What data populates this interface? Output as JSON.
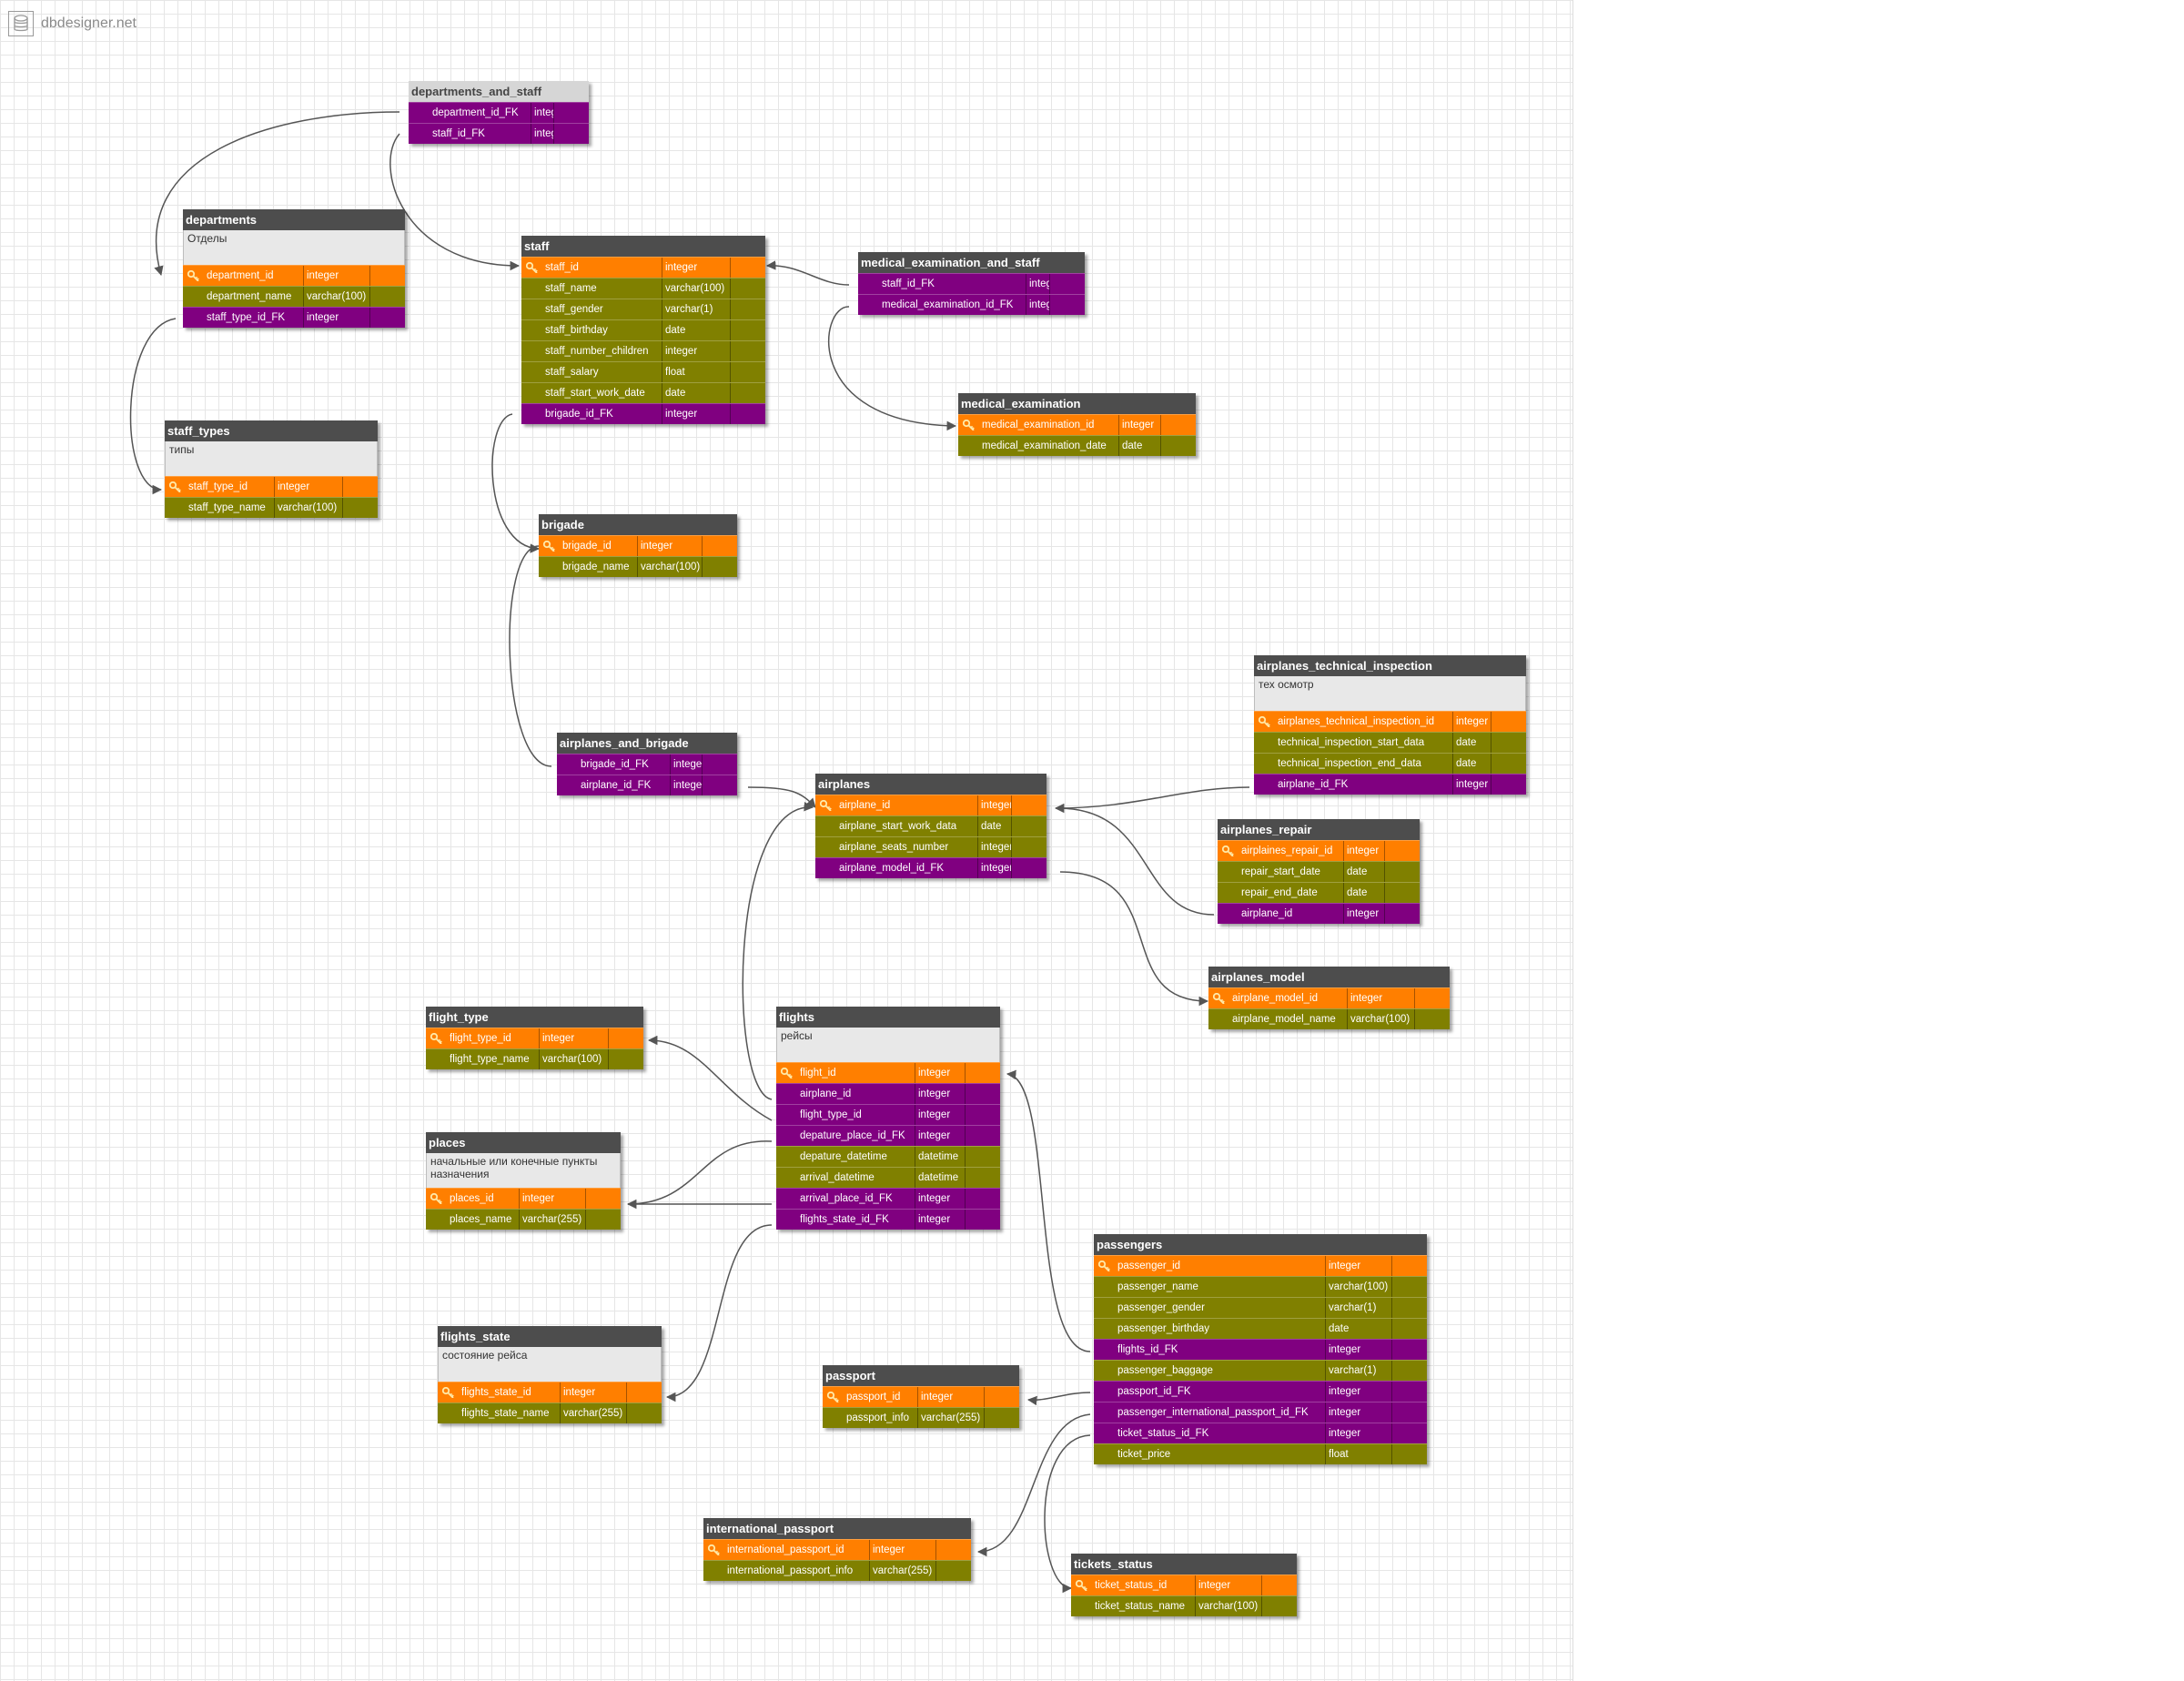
{
  "brand": {
    "text": "dbdesigner.net",
    "icon": "database-icon"
  },
  "colors": {
    "primary_key_row": "#ff7f00",
    "foreign_key_row": "#800080",
    "field_row": "#808000",
    "table_header": "#4d4d4d",
    "selected_header": "#d6d6d6",
    "comment_bg": "#e8e8e8",
    "connector": "#555555"
  },
  "tables": {
    "departments_and_staff": {
      "name": "departments_and_staff",
      "comment": "",
      "fields": [
        {
          "name": "department_id_FK",
          "type": "integer",
          "kind": "fk"
        },
        {
          "name": "staff_id_FK",
          "type": "integer",
          "kind": "fk"
        }
      ]
    },
    "departments": {
      "name": "departments",
      "comment": "Отделы",
      "fields": [
        {
          "name": "department_id",
          "type": "integer",
          "kind": "pk"
        },
        {
          "name": "department_name",
          "type": "varchar(100)",
          "kind": "field"
        },
        {
          "name": "staff_type_id_FK",
          "type": "integer",
          "kind": "fk"
        }
      ]
    },
    "staff_types": {
      "name": "staff_types",
      "comment": "типы",
      "fields": [
        {
          "name": "staff_type_id",
          "type": "integer",
          "kind": "pk"
        },
        {
          "name": "staff_type_name",
          "type": "varchar(100)",
          "kind": "field"
        }
      ]
    },
    "staff": {
      "name": "staff",
      "comment": "",
      "fields": [
        {
          "name": "staff_id",
          "type": "integer",
          "kind": "pk"
        },
        {
          "name": "staff_name",
          "type": "varchar(100)",
          "kind": "field"
        },
        {
          "name": "staff_gender",
          "type": "varchar(1)",
          "kind": "field"
        },
        {
          "name": "staff_birthday",
          "type": "date",
          "kind": "field"
        },
        {
          "name": "staff_number_children",
          "type": "integer",
          "kind": "field"
        },
        {
          "name": "staff_salary",
          "type": "float",
          "kind": "field"
        },
        {
          "name": "staff_start_work_date",
          "type": "date",
          "kind": "field"
        },
        {
          "name": "brigade_id_FK",
          "type": "integer",
          "kind": "fk"
        }
      ]
    },
    "medical_examination_and_staff": {
      "name": "medical_examination_and_staff",
      "comment": "",
      "fields": [
        {
          "name": "staff_id_FK",
          "type": "integer",
          "kind": "fk"
        },
        {
          "name": "medical_examination_id_FK",
          "type": "integer",
          "kind": "fk"
        }
      ]
    },
    "medical_examination": {
      "name": "medical_examination",
      "comment": "",
      "fields": [
        {
          "name": "medical_examination_id",
          "type": "integer",
          "kind": "pk"
        },
        {
          "name": "medical_examination_date",
          "type": "date",
          "kind": "field"
        }
      ]
    },
    "brigade": {
      "name": "brigade",
      "comment": "",
      "fields": [
        {
          "name": "brigade_id",
          "type": "integer",
          "kind": "pk"
        },
        {
          "name": "brigade_name",
          "type": "varchar(100)",
          "kind": "field"
        }
      ]
    },
    "airplanes_and_brigade": {
      "name": "airplanes_and_brigade",
      "comment": "",
      "fields": [
        {
          "name": "brigade_id_FK",
          "type": "integer",
          "kind": "fk"
        },
        {
          "name": "airplane_id_FK",
          "type": "integer",
          "kind": "fk"
        }
      ]
    },
    "airplanes": {
      "name": "airplanes",
      "comment": "",
      "fields": [
        {
          "name": "airplane_id",
          "type": "integer",
          "kind": "pk"
        },
        {
          "name": "airplane_start_work_data",
          "type": "date",
          "kind": "field"
        },
        {
          "name": "airplane_seats_number",
          "type": "integer",
          "kind": "field"
        },
        {
          "name": "airplane_model_id_FK",
          "type": "integer",
          "kind": "fk"
        }
      ]
    },
    "airplanes_technical_inspection": {
      "name": "airplanes_technical_inspection",
      "comment": "тех осмотр",
      "fields": [
        {
          "name": "airplanes_technical_inspection_id",
          "type": "integer",
          "kind": "pk"
        },
        {
          "name": "technical_inspection_start_data",
          "type": "date",
          "kind": "field"
        },
        {
          "name": "technical_inspection_end_data",
          "type": "date",
          "kind": "field"
        },
        {
          "name": "airplane_id_FK",
          "type": "integer",
          "kind": "fk"
        }
      ]
    },
    "airplanes_repair": {
      "name": "airplanes_repair",
      "comment": "",
      "fields": [
        {
          "name": "airplaines_repair_id",
          "type": "integer",
          "kind": "pk"
        },
        {
          "name": "repair_start_date",
          "type": "date",
          "kind": "field"
        },
        {
          "name": "repair_end_date",
          "type": "date",
          "kind": "field"
        },
        {
          "name": "airplane_id",
          "type": "integer",
          "kind": "fk"
        }
      ]
    },
    "airplanes_model": {
      "name": "airplanes_model",
      "comment": "",
      "fields": [
        {
          "name": "airplane_model_id",
          "type": "integer",
          "kind": "pk"
        },
        {
          "name": "airplane_model_name",
          "type": "varchar(100)",
          "kind": "field"
        }
      ]
    },
    "flight_type": {
      "name": "flight_type",
      "comment": "",
      "fields": [
        {
          "name": "flight_type_id",
          "type": "integer",
          "kind": "pk"
        },
        {
          "name": "flight_type_name",
          "type": "varchar(100)",
          "kind": "field"
        }
      ]
    },
    "flights": {
      "name": "flights",
      "comment": "рейсы",
      "fields": [
        {
          "name": "flight_id",
          "type": "integer",
          "kind": "pk"
        },
        {
          "name": "airplane_id",
          "type": "integer",
          "kind": "fk"
        },
        {
          "name": "flight_type_id",
          "type": "integer",
          "kind": "fk"
        },
        {
          "name": "depature_place_id_FK",
          "type": "integer",
          "kind": "fk"
        },
        {
          "name": "depature_datetime",
          "type": "datetime",
          "kind": "field"
        },
        {
          "name": "arrival_datetime",
          "type": "datetime",
          "kind": "field"
        },
        {
          "name": "arrival_place_id_FK",
          "type": "integer",
          "kind": "fk"
        },
        {
          "name": "flights_state_id_FK",
          "type": "integer",
          "kind": "fk"
        }
      ]
    },
    "places": {
      "name": "places",
      "comment": "начальные или конечные пункты назначения",
      "fields": [
        {
          "name": "places_id",
          "type": "integer",
          "kind": "pk"
        },
        {
          "name": "places_name",
          "type": "varchar(255)",
          "kind": "field"
        }
      ]
    },
    "flights_state": {
      "name": "flights_state",
      "comment": "состояние рейса",
      "fields": [
        {
          "name": "flights_state_id",
          "type": "integer",
          "kind": "pk"
        },
        {
          "name": "flights_state_name",
          "type": "varchar(255)",
          "kind": "field"
        }
      ]
    },
    "passengers": {
      "name": "passengers",
      "comment": "",
      "fields": [
        {
          "name": "passenger_id",
          "type": "integer",
          "kind": "pk"
        },
        {
          "name": "passenger_name",
          "type": "varchar(100)",
          "kind": "field"
        },
        {
          "name": "passenger_gender",
          "type": "varchar(1)",
          "kind": "field"
        },
        {
          "name": "passenger_birthday",
          "type": "date",
          "kind": "field"
        },
        {
          "name": "flights_id_FK",
          "type": "integer",
          "kind": "fk"
        },
        {
          "name": "passenger_baggage",
          "type": "varchar(1)",
          "kind": "field"
        },
        {
          "name": "passport_id_FK",
          "type": "integer",
          "kind": "fk"
        },
        {
          "name": "passenger_international_passport_id_FK",
          "type": "integer",
          "kind": "fk"
        },
        {
          "name": "ticket_status_id_FK",
          "type": "integer",
          "kind": "fk"
        },
        {
          "name": "ticket_price",
          "type": "float",
          "kind": "field"
        }
      ]
    },
    "passport": {
      "name": "passport",
      "comment": "",
      "fields": [
        {
          "name": "passport_id",
          "type": "integer",
          "kind": "pk"
        },
        {
          "name": "passport_info",
          "type": "varchar(255)",
          "kind": "field"
        }
      ]
    },
    "international_passport": {
      "name": "international_passport",
      "comment": "",
      "fields": [
        {
          "name": "international_passport_id",
          "type": "integer",
          "kind": "pk"
        },
        {
          "name": "international_passport_info",
          "type": "varchar(255)",
          "kind": "field"
        }
      ]
    },
    "tickets_status": {
      "name": "tickets_status",
      "comment": "",
      "fields": [
        {
          "name": "ticket_status_id",
          "type": "integer",
          "kind": "pk"
        },
        {
          "name": "ticket_status_name",
          "type": "varchar(100)",
          "kind": "field"
        }
      ]
    }
  }
}
